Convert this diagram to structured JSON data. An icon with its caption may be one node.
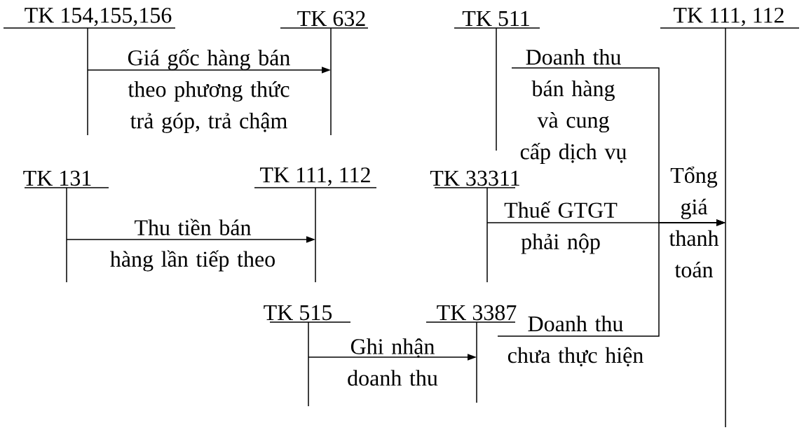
{
  "diagram": {
    "nodes": [
      {
        "text": [
          "TK 154,155,156"
        ]
      },
      {
        "text": [
          "TK 632"
        ]
      },
      {
        "text": [
          "TK 511"
        ]
      },
      {
        "text": [
          "TK 111, 112"
        ]
      },
      {
        "text": [
          "TK 131"
        ]
      },
      {
        "text": [
          "TK 111, 112"
        ]
      },
      {
        "text": [
          "TK 33311"
        ]
      },
      {
        "text": [
          "TK 515"
        ]
      },
      {
        "text": [
          "TK 3387"
        ]
      }
    ],
    "edges": [
      {
        "from": 0,
        "to": 1,
        "arrow": "to",
        "label": "Giá gốc hàng bán theo phương thức trả góp, trả chậm"
      },
      {
        "from": 2,
        "to": 3,
        "arrow": "to",
        "label": "Doanh thu bán hàng và cung cấp dịch vụ"
      },
      {
        "from": 4,
        "to": 5,
        "arrow": "to",
        "label": "Thu tiền bán hàng lần tiếp theo"
      },
      {
        "from": 6,
        "to": 3,
        "arrow": "to",
        "label": "Thuế GTGT phải nộp"
      },
      {
        "from": 7,
        "to": 8,
        "arrow": "to",
        "label": "Ghi nhận doanh thu"
      },
      {
        "from": 8,
        "to": 3,
        "arrow": "to",
        "label": "Doanh thu chưa thực hiện"
      }
    ],
    "labels": [
      "Tổng giá thanh toán"
    ]
  }
}
